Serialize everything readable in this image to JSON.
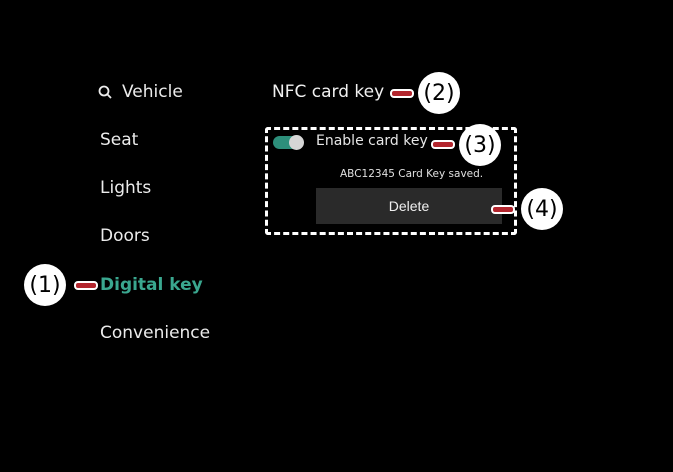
{
  "sidebar": {
    "items": [
      {
        "label": "Vehicle",
        "icon": "search-icon",
        "active": false
      },
      {
        "label": "Seat",
        "active": false
      },
      {
        "label": "Lights",
        "active": false
      },
      {
        "label": "Doors",
        "active": false
      },
      {
        "label": "Digital key",
        "active": true
      },
      {
        "label": "Convenience",
        "active": false
      }
    ]
  },
  "main": {
    "title": "NFC card key",
    "toggle": {
      "label": "Enable card key",
      "state": "on"
    },
    "status_text": "ABC12345 Card Key saved.",
    "delete_label": "Delete"
  },
  "annotations": [
    "(1)",
    "(2)",
    "(3)",
    "(4)"
  ],
  "colors": {
    "accent": "#3aa78f",
    "toggle_track": "#2d8f7b",
    "marker": "#b3262e"
  }
}
